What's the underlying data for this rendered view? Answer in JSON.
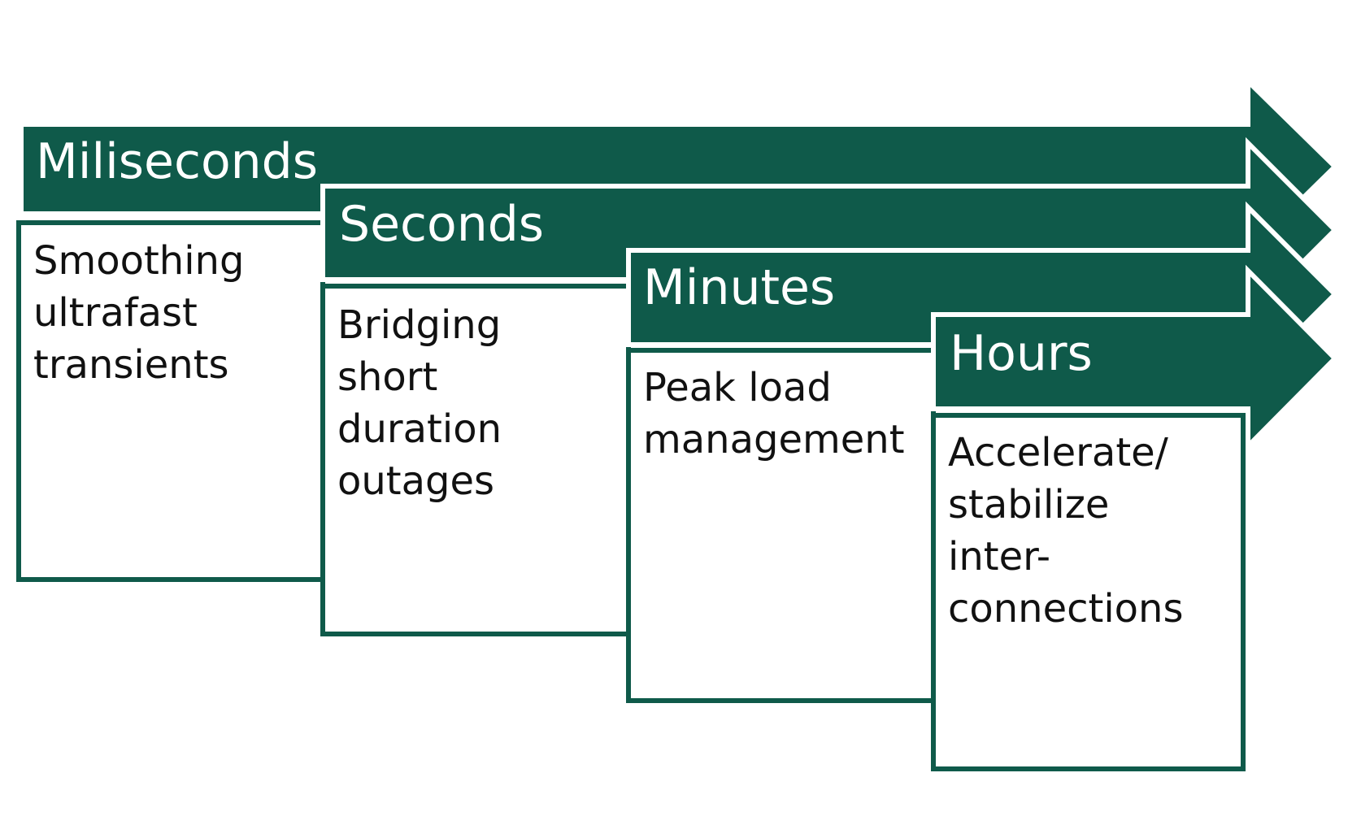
{
  "colors": {
    "accent": "#0f5a4a",
    "box_border": "#0f5a4a",
    "box_fill": "#ffffff",
    "text_dark": "#111111",
    "text_light": "#ffffff"
  },
  "stages": [
    {
      "label": "Miliseconds",
      "description_lines": [
        "Smoothing",
        "ultrafast",
        "transients"
      ]
    },
    {
      "label": "Seconds",
      "description_lines": [
        "Bridging",
        "short",
        "duration",
        "outages"
      ]
    },
    {
      "label": "Minutes",
      "description_lines": [
        "Peak load",
        "management"
      ]
    },
    {
      "label": "Hours",
      "description_lines": [
        "Accelerate/",
        "stabilize",
        "inter-",
        "connections"
      ]
    }
  ]
}
